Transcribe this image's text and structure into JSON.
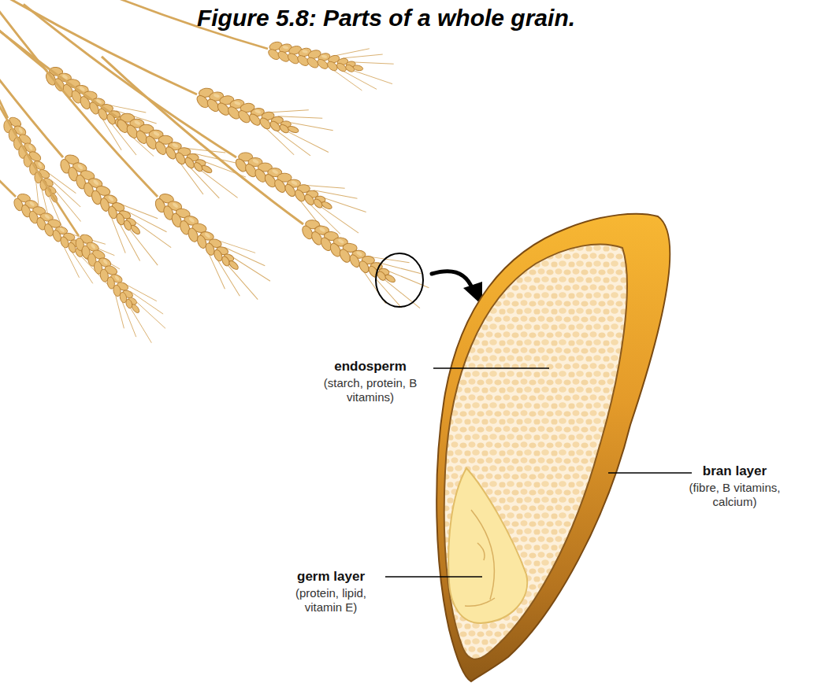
{
  "diagram": {
    "title": "Figure 5.8: Parts of a whole grain.",
    "labels": [
      "endosperm",
      "(starch, protein, B vitamins)",
      "bran layer",
      "(fibre, B vitamins, calcium)",
      "germ layer",
      "(protein, lipid, vitamin E)"
    ]
  }
}
